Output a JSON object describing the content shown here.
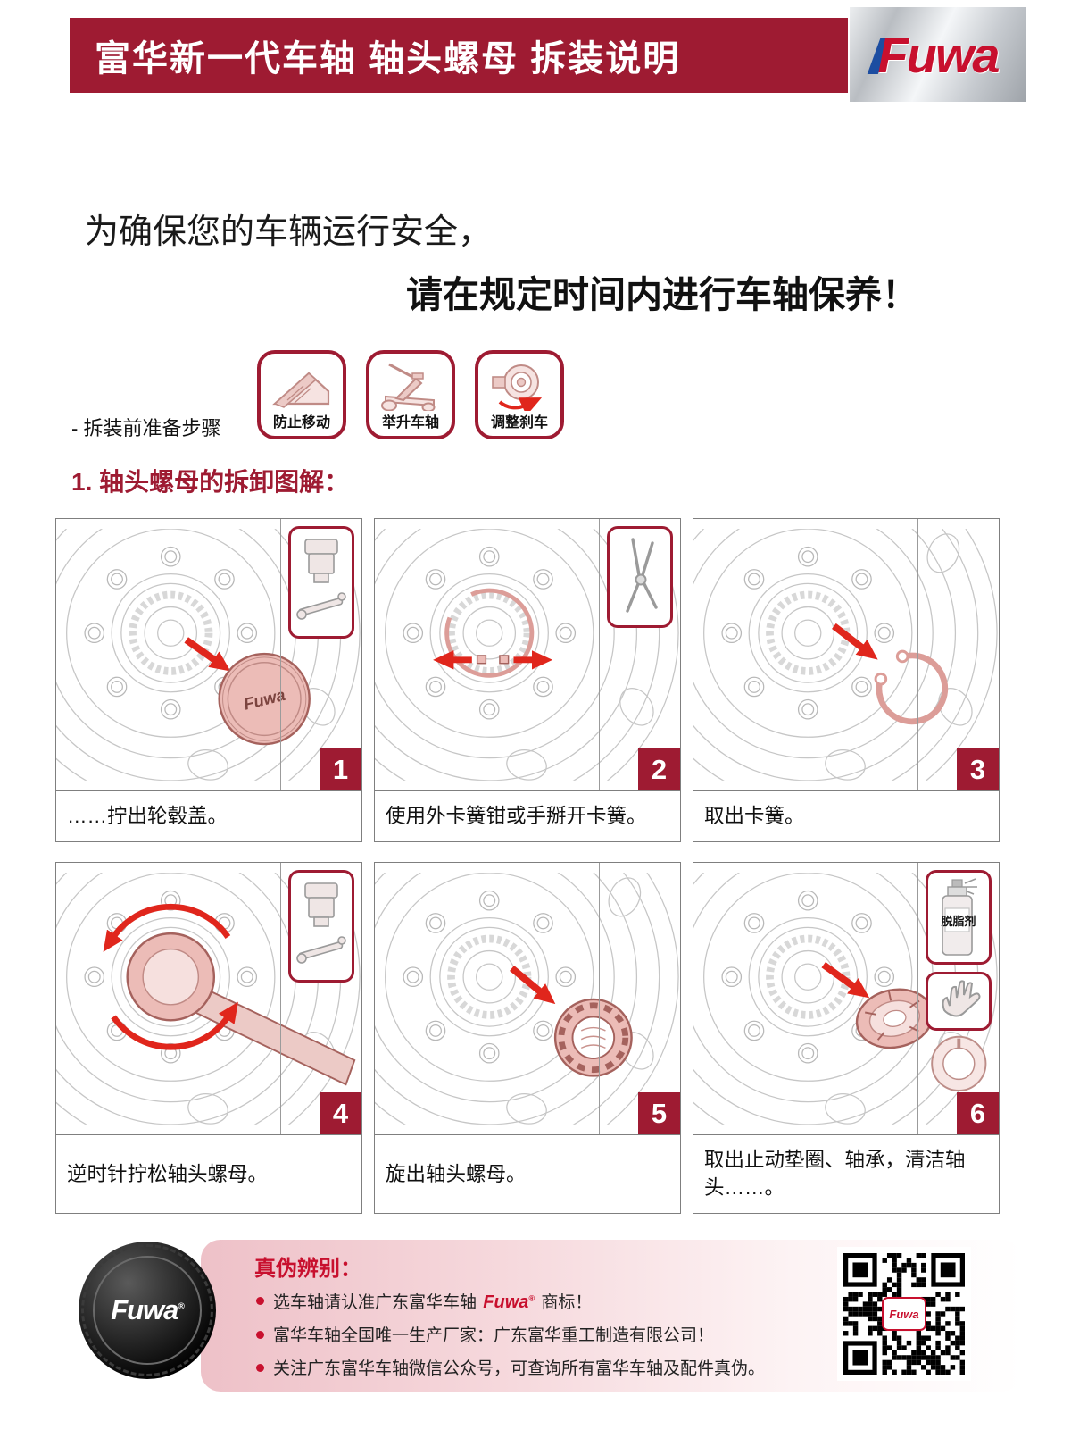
{
  "header": {
    "title": "富华新一代车轴 轴头螺母 拆装说明",
    "brand": "Fuwa"
  },
  "intro": {
    "line1": "为确保您的车辆运行安全，",
    "line2": "请在规定时间内进行车轴保养！"
  },
  "prep": {
    "label": "- 拆装前准备步骤",
    "items": [
      {
        "label": "防止移动",
        "icon": "wheel-chock-icon"
      },
      {
        "label": "举升车轴",
        "icon": "floor-jack-icon"
      },
      {
        "label": "调整刹车",
        "icon": "brake-adjust-icon"
      }
    ]
  },
  "section": {
    "heading": "1. 轴头螺母的拆卸图解："
  },
  "steps": [
    {
      "num": "1",
      "caption": "……拧出轮毂盖。",
      "inset_icon": "socket-tool-icon"
    },
    {
      "num": "2",
      "caption": "使用外卡簧钳或手掰开卡簧。",
      "inset_icon": "circlip-pliers-icon"
    },
    {
      "num": "3",
      "caption": "取出卡簧。"
    },
    {
      "num": "4",
      "caption": "逆时针拧松轴头螺母。",
      "inset_icon": "socket-tool-icon"
    },
    {
      "num": "5",
      "caption": "旋出轴头螺母。"
    },
    {
      "num": "6",
      "caption": "取出止动垫圈、轴承，清洁轴头……。",
      "inset_icon": "degreaser-icon",
      "inset_label": "脱脂剂",
      "inset2_icon": "wipe-hand-icon"
    }
  ],
  "footer": {
    "title": "真伪辨别：",
    "bullets": [
      {
        "prefix": "选车轴请认准广东富华车轴 ",
        "brand": "Fuwa",
        "suffix": " 商标！"
      },
      {
        "text": "富华车轴全国唯一生产厂家：广东富华重工制造有限公司！"
      },
      {
        "text": "关注广东富华车轴微信公众号，可查询所有富华车轴及配件真伪。"
      }
    ],
    "reg": "®",
    "cap_brand": "Fuwa",
    "qr_brand": "Fuwa"
  },
  "icons": {
    "wheel-chock-icon": "wedge-shape",
    "floor-jack-icon": "trolley-jack-shape",
    "brake-adjust-icon": "brake-drum-with-arrow",
    "socket-tool-icon": "socket-and-breaker-bar",
    "circlip-pliers-icon": "external-circlip-pliers",
    "degreaser-icon": "spray-bottle",
    "wipe-hand-icon": "hand",
    "qr-code": "qr-pattern"
  },
  "colors": {
    "accent": "#9e1b32",
    "brand_red": "#c8102e",
    "brand_blue": "#1c4da1",
    "part_pink": "#ecbcb7",
    "arrow_red": "#e0261c"
  }
}
